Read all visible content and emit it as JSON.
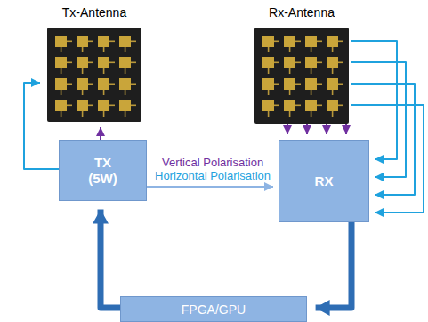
{
  "diagram": {
    "nodes": [
      {
        "text": [
          "Tx-Antenna"
        ]
      },
      {
        "text": [
          "Rx-Antenna"
        ]
      },
      {
        "text": [
          "TX (5W)"
        ]
      },
      {
        "text": [
          "RX"
        ]
      },
      {
        "text": [
          "FPGA/GPU"
        ]
      }
    ],
    "edges": [
      {
        "from": 2,
        "to": 0,
        "arrow": "to"
      },
      {
        "from": 2,
        "to": 0,
        "arrow": "to"
      },
      {
        "from": 2,
        "to": 3,
        "arrow": "to"
      },
      {
        "from": 1,
        "to": 3,
        "arrow": "to"
      },
      {
        "from": 1,
        "to": 3,
        "arrow": "to"
      },
      {
        "from": 1,
        "to": 3,
        "arrow": "to"
      },
      {
        "from": 1,
        "to": 3,
        "arrow": "to"
      },
      {
        "from": 1,
        "to": 3,
        "arrow": "to"
      },
      {
        "from": 1,
        "to": 3,
        "arrow": "to"
      },
      {
        "from": 1,
        "to": 3,
        "arrow": "to"
      },
      {
        "from": 1,
        "to": 3,
        "arrow": "to"
      },
      {
        "from": 3,
        "to": 4,
        "arrow": "to"
      },
      {
        "from": 4,
        "to": 2,
        "arrow": "to"
      }
    ],
    "labels": [
      "Vertical Polarisation",
      "Horizontal Polarisation"
    ]
  }
}
